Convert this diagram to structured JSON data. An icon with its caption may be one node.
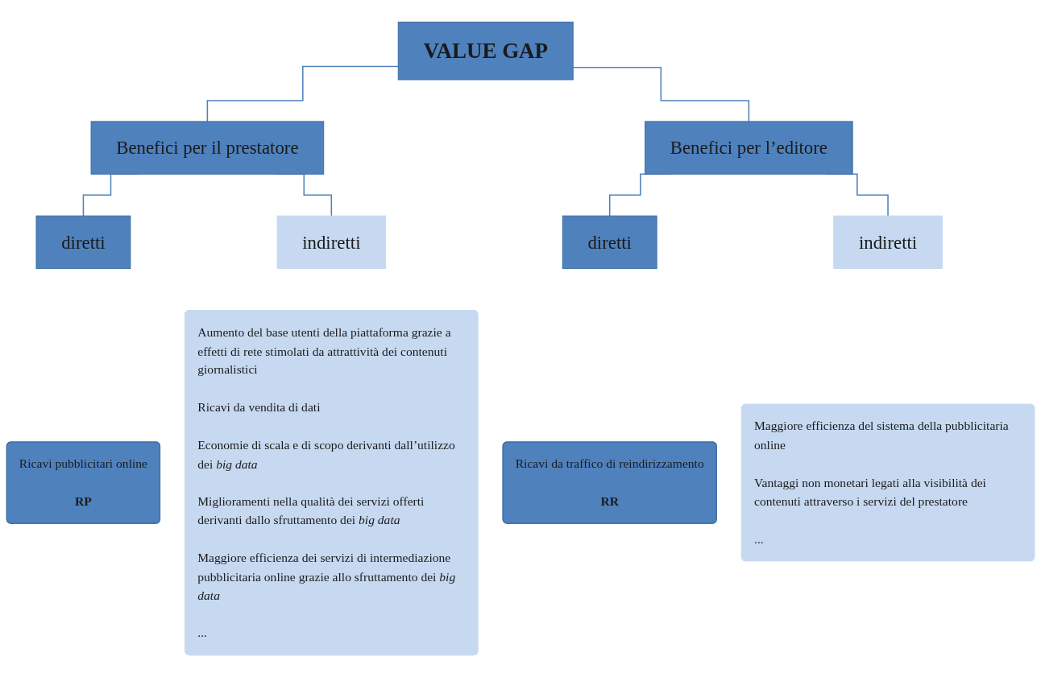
{
  "diagram": {
    "nodes": [
      {
        "text": [
          "VALUE GAP"
        ]
      },
      {
        "text": [
          "Benefici per il prestatore"
        ]
      },
      {
        "text": [
          "Benefici per l’editore"
        ]
      },
      {
        "text": [
          "diretti"
        ]
      },
      {
        "text": [
          "indiretti"
        ]
      },
      {
        "text": [
          "diretti"
        ]
      },
      {
        "text": [
          "indiretti"
        ]
      },
      {
        "text": [
          "Ricavi pubblicitari online",
          "RP"
        ]
      },
      {
        "text": [
          "Aumento del base utenti della piattaforma grazie a effetti di rete stimolati da attrattività dei contenuti giornalistici",
          "Ricavi da vendita di dati",
          "Economie di scala e di scopo derivanti dall’utilizzo dei *big data*",
          "Miglioramenti nella qualità dei servizi offerti derivanti dallo sfruttamento dei *big data*",
          "Maggiore efficienza dei servizi di intermediazione pubblicitaria online grazie allo sfruttamento dei *big data*",
          "..."
        ]
      },
      {
        "text": [
          "Ricavi da traffico di reindirizzamento",
          "RR"
        ]
      },
      {
        "text": [
          "Maggiore efficienza del sistema della pubblicitaria online",
          "Vantaggi non monetari legati alla visibilità dei contenuti attraverso i servizi del prestatore",
          "..."
        ]
      }
    ],
    "edges": [
      {
        "from": 0,
        "to": 1,
        "arrow": "none"
      },
      {
        "from": 0,
        "to": 2,
        "arrow": "none"
      },
      {
        "from": 1,
        "to": 3,
        "arrow": "none"
      },
      {
        "from": 1,
        "to": 4,
        "arrow": "none"
      },
      {
        "from": 2,
        "to": 5,
        "arrow": "none"
      },
      {
        "from": 2,
        "to": 6,
        "arrow": "none"
      }
    ]
  }
}
